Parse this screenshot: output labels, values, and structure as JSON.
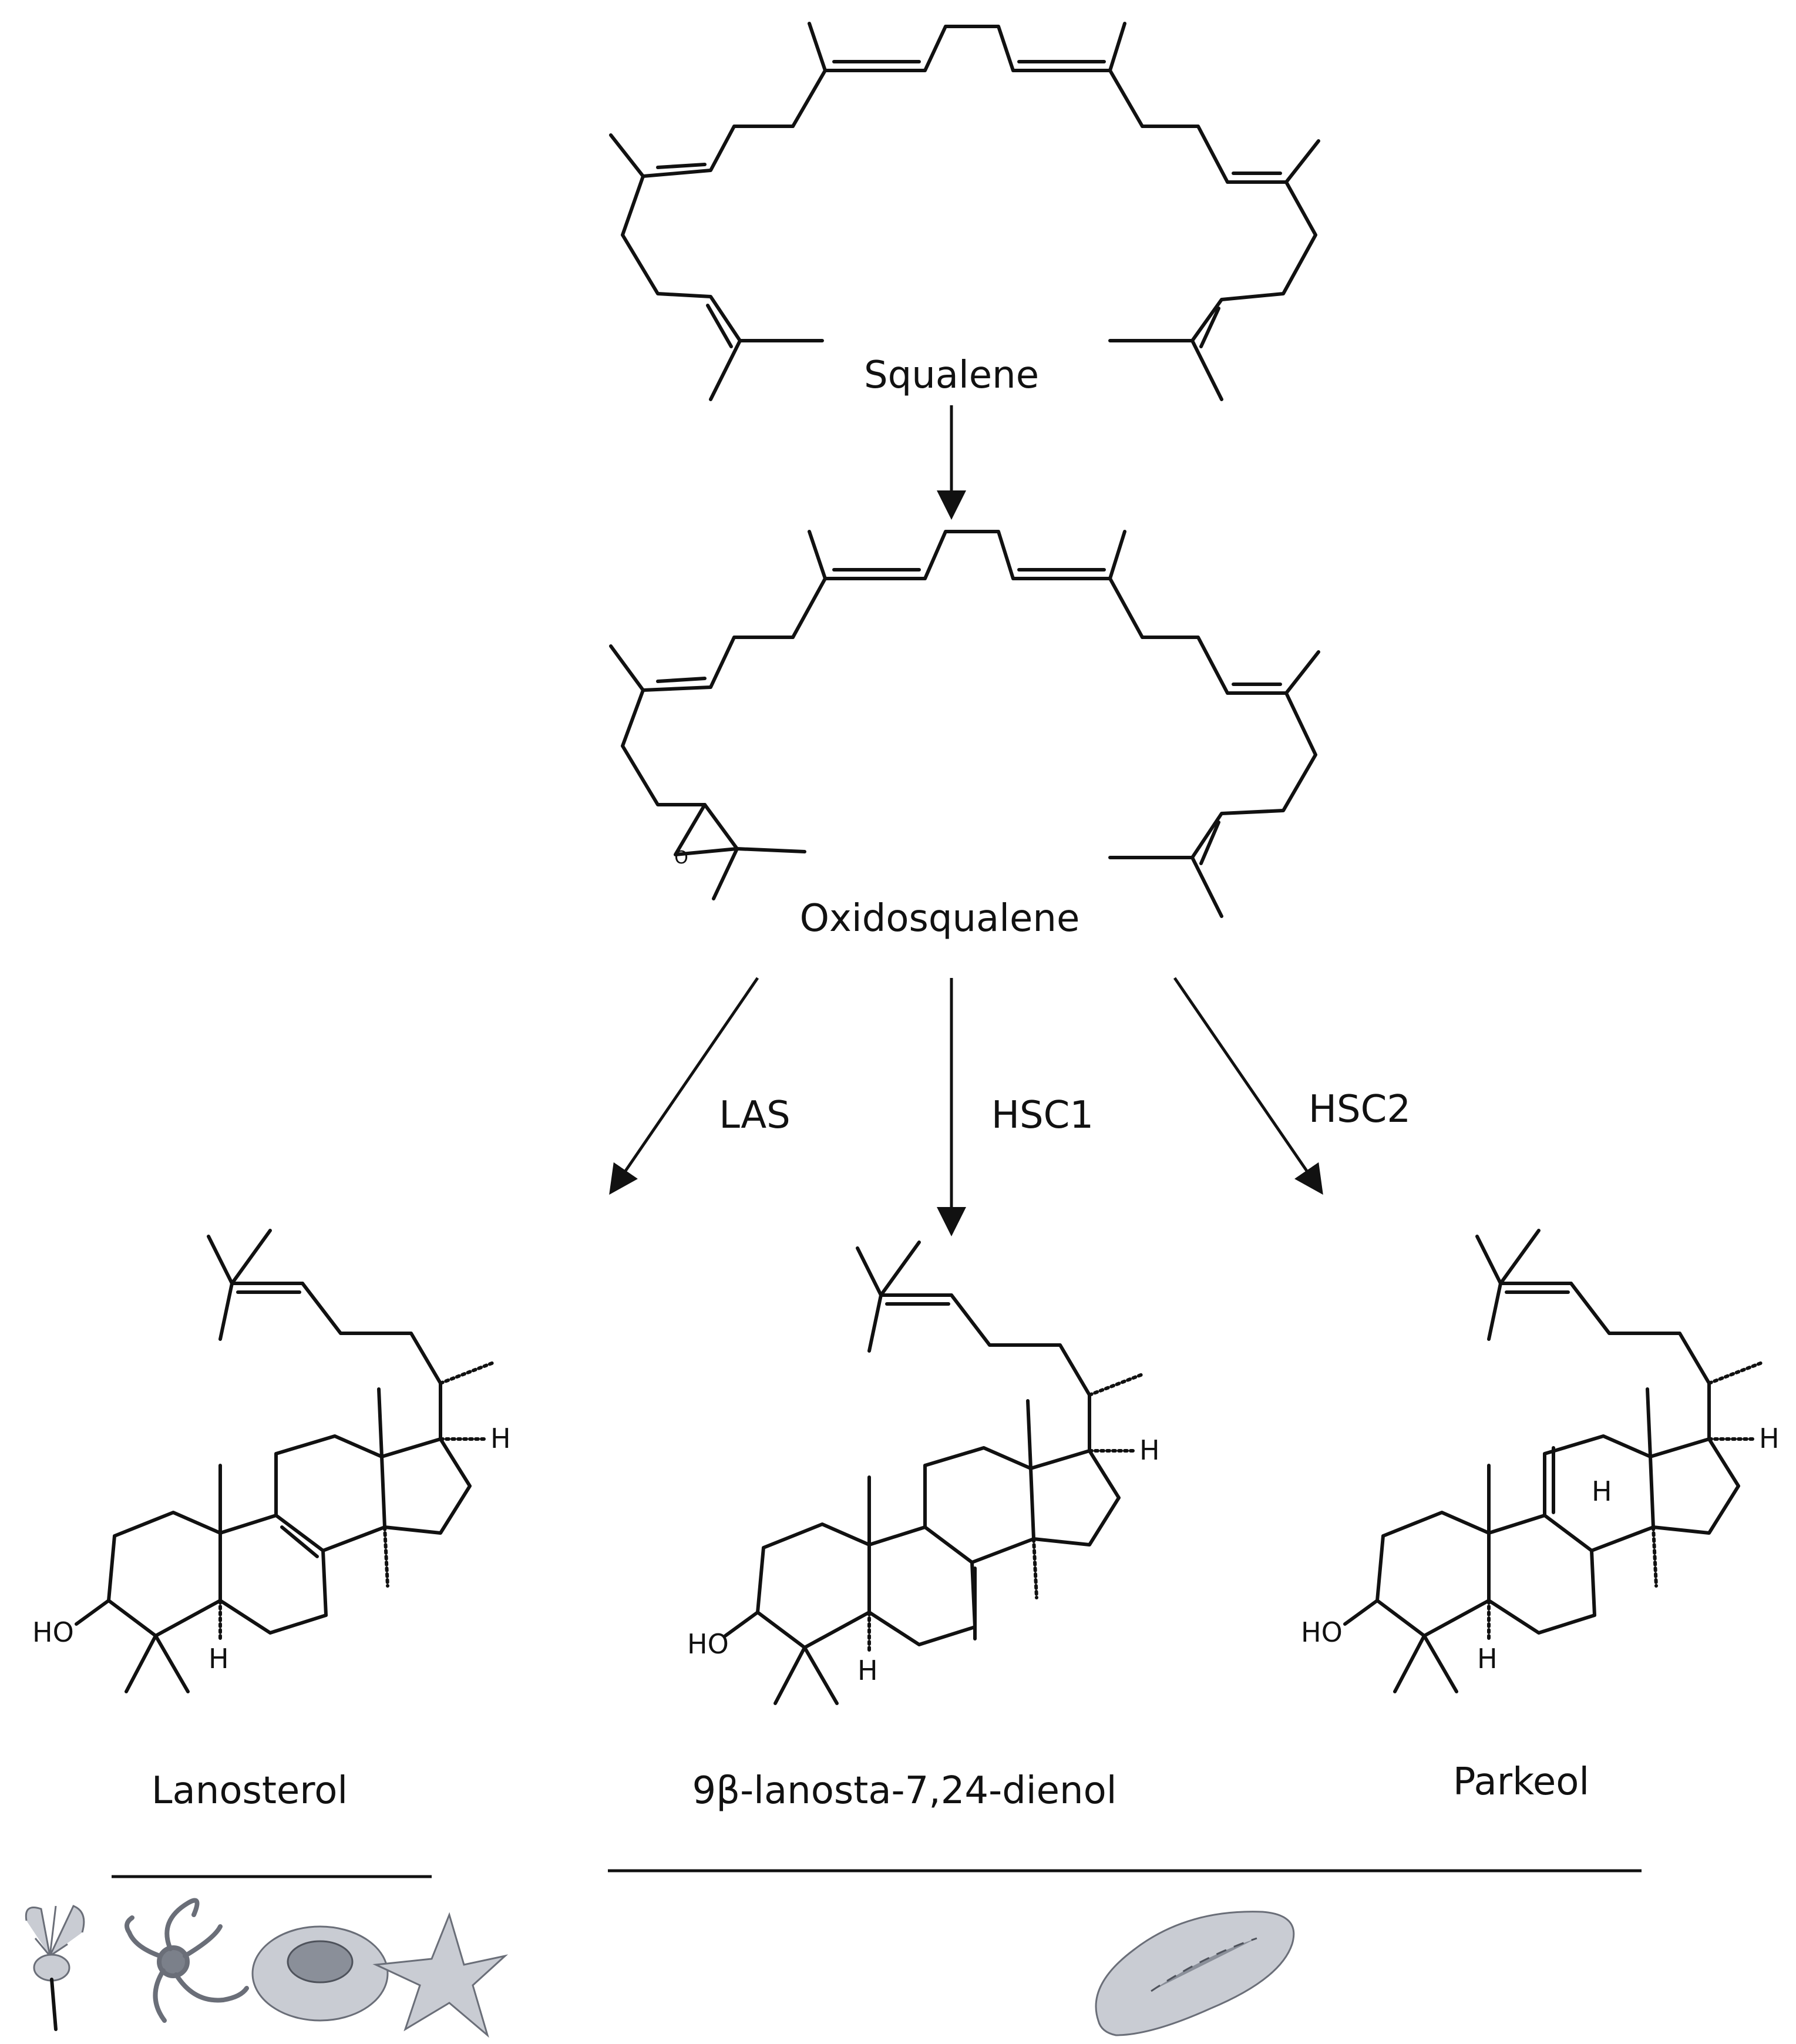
{
  "compounds": {
    "squalene": "Squalene",
    "oxidosqualene": "Oxidosqualene",
    "lanosterol": "Lanosterol",
    "dienol": "9β-lanosta-7,24-dienol",
    "parkeol": "Parkeol"
  },
  "enzymes": {
    "las": "LAS",
    "hsc1": "HSC1",
    "hsc2": "HSC2"
  },
  "atoms": {
    "ho": "HO",
    "h": "H",
    "o": "O"
  },
  "organisms": {
    "echinoderms": [
      "crinoid-icon",
      "brittle-star-icon",
      "sea-urchin-icon",
      "starfish-icon"
    ],
    "sea_cucumber": "sea-cucumber-icon"
  }
}
